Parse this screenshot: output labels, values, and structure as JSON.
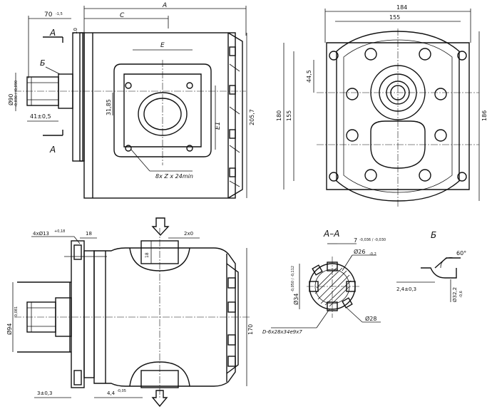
{
  "top_left_view": {
    "dim_total": "A",
    "dim_c": "C",
    "dim_70": "70",
    "dim_70_tol": "-1,5",
    "dim_e": "E",
    "dim_e1": "E1",
    "dim_31_85": "31,85",
    "dim_205_7": "205,7",
    "dim_phi90": "Ø90",
    "dim_phi90_tol": "-0,036 / -0,090",
    "dim_41": "41±0,5",
    "dim_10": "10",
    "section_a_upper": "A",
    "section_a_lower": "A",
    "detail_b": "Б",
    "holes_note": "8x Z x 24min"
  },
  "top_right_view": {
    "dim_184": "184",
    "dim_155_top": "155",
    "dim_180": "180",
    "dim_155_side": "155",
    "dim_44_5": "44,5",
    "dim_186": "186"
  },
  "bottom_left_view": {
    "dim_4x13": "4xØ13",
    "dim_4x13_tol": "+0,18",
    "dim_18_top": "18",
    "dim_18_port": "18",
    "dim_2x0": "2x0",
    "dim_phi94": "Ø94",
    "dim_phi94_tol": "-0,081",
    "dim_170": "170",
    "dim_3": "3±0,3",
    "dim_4_4": "4,4",
    "dim_4_4_tol": "-0,05"
  },
  "section_aa": {
    "title": "A–A",
    "dim_7": "7",
    "dim_7_tol": "-0,036 / -0,030",
    "dim_phi26": "Ø26",
    "dim_phi26_tol": "-0,2",
    "dim_phi34": "Ø34",
    "dim_phi34_tol": "-0,050 / -0,112",
    "dim_phi28": "Ø28",
    "spline_note": "D-6x28x34e9x7"
  },
  "detail_b_view": {
    "title": "Б",
    "dim_60": "60°",
    "dim_2_4": "2,4±0,3",
    "dim_32_2": "Ø32,2",
    "dim_32_2_tol": "-0,6"
  }
}
